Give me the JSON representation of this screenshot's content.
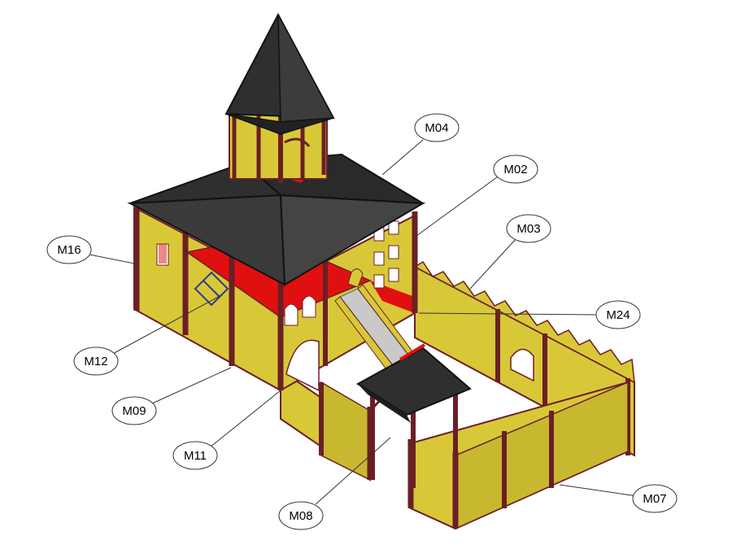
{
  "palette": {
    "roof": "#2f2f2f",
    "roof_edge": "#111111",
    "panel": "#d8c838",
    "panel_shade": "#a89a1e",
    "post": "#6b1f24",
    "deck": "#e01010",
    "slide": "#c9c9c9",
    "rope": "#2a3c8c"
  },
  "callouts": [
    {
      "id": "m04",
      "label": "M04"
    },
    {
      "id": "m02",
      "label": "M02"
    },
    {
      "id": "m03",
      "label": "M03"
    },
    {
      "id": "m24",
      "label": "M24"
    },
    {
      "id": "m16",
      "label": "M16"
    },
    {
      "id": "m12",
      "label": "M12"
    },
    {
      "id": "m09",
      "label": "M09"
    },
    {
      "id": "m11",
      "label": "M11"
    },
    {
      "id": "m08",
      "label": "M08"
    },
    {
      "id": "m07",
      "label": "M07"
    }
  ]
}
